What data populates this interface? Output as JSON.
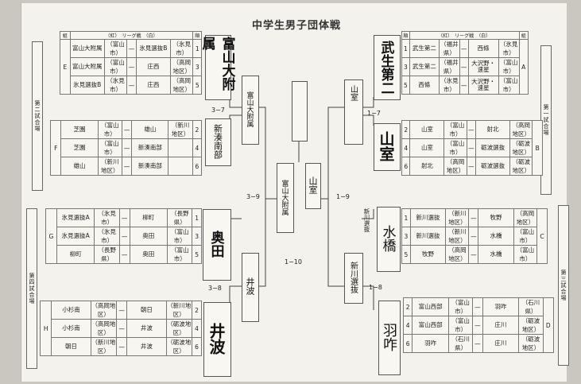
{
  "title": "中学生男子団体戦",
  "header": {
    "group": "組",
    "league": "（紅）　リーグ戦　（白）",
    "order": "順"
  },
  "dash": "—",
  "venues": {
    "v1": "第一試合場",
    "v2": "第二試合場",
    "v3": "第三試合場",
    "v4": "第四試合場"
  },
  "groups": {
    "E": {
      "label": "E",
      "rows": [
        {
          "red": "富山大附属",
          "red_pref": "（富山市）",
          "white": "氷見選抜B",
          "white_pref": "（氷見市）",
          "order": "1"
        },
        {
          "red": "富山大附属",
          "red_pref": "（富山市）",
          "white": "庄西",
          "white_pref": "（高岡地区）",
          "order": "3"
        },
        {
          "red": "氷見選抜B",
          "red_pref": "（氷見市）",
          "white": "庄西",
          "white_pref": "（高岡地区）",
          "order": "5"
        }
      ]
    },
    "F": {
      "label": "F",
      "rows": [
        {
          "red": "芝園",
          "red_pref": "（富山市）",
          "white": "雄山",
          "white_pref": "（新川地区）",
          "order": "2"
        },
        {
          "red": "芝園",
          "red_pref": "（富山市）",
          "white": "新湊南部",
          "white_pref": "",
          "order": "4"
        },
        {
          "red": "雄山",
          "red_pref": "（新川地区）",
          "white": "新湊南部",
          "white_pref": "",
          "order": "6"
        }
      ]
    },
    "G": {
      "label": "G",
      "rows": [
        {
          "red": "氷見選抜A",
          "red_pref": "（氷見市）",
          "white": "柳町",
          "white_pref": "（長野県）",
          "order": "1"
        },
        {
          "red": "氷見選抜A",
          "red_pref": "（氷見市）",
          "white": "奥田",
          "white_pref": "（富山市）",
          "order": "3"
        },
        {
          "red": "柳町",
          "red_pref": "（長野県）",
          "white": "奥田",
          "white_pref": "（富山市）",
          "order": "5"
        }
      ]
    },
    "H": {
      "label": "H",
      "rows": [
        {
          "red": "小杉南",
          "red_pref": "（高岡地区）",
          "white": "朝日",
          "white_pref": "（新川地区）",
          "order": "2"
        },
        {
          "red": "小杉南",
          "red_pref": "（高岡地区）",
          "white": "井波",
          "white_pref": "（砺波地区）",
          "order": "4"
        },
        {
          "red": "朝日",
          "red_pref": "（新川地区）",
          "white": "井波",
          "white_pref": "（砺波地区）",
          "order": "6"
        }
      ]
    },
    "A": {
      "label": "A",
      "rows": [
        {
          "red": "武生第二",
          "red_pref": "（福井県）",
          "white": "西條",
          "white_pref": "（氷見市）",
          "order": "1"
        },
        {
          "red": "武生第二",
          "red_pref": "（福井県）",
          "white": "大沢野・速星",
          "white_pref": "（富山市）",
          "order": "3"
        },
        {
          "red": "西條",
          "red_pref": "（氷見市）",
          "white": "大沢野・速星",
          "white_pref": "（富山市）",
          "order": "5"
        }
      ]
    },
    "B": {
      "label": "B",
      "rows": [
        {
          "red": "山室",
          "red_pref": "（富山市）",
          "white": "射北",
          "white_pref": "（高岡地区）",
          "order": "2"
        },
        {
          "red": "山室",
          "red_pref": "（富山市）",
          "white": "砺波選抜",
          "white_pref": "（砺波地区）",
          "order": "4"
        },
        {
          "red": "射北",
          "red_pref": "（高岡地区）",
          "white": "砺波選抜",
          "white_pref": "（砺波地区）",
          "order": "6"
        }
      ]
    },
    "C": {
      "label": "C",
      "rows": [
        {
          "red": "新川選抜",
          "red_pref": "（新川地区）",
          "white": "牧野",
          "white_pref": "（高岡地区）",
          "order": "1"
        },
        {
          "red": "新川選抜",
          "red_pref": "（新川地区）",
          "white": "水橋",
          "white_pref": "（富山市）",
          "order": "3"
        },
        {
          "red": "牧野",
          "red_pref": "（高岡地区）",
          "white": "水橋",
          "white_pref": "（富山市）",
          "order": "5"
        }
      ]
    },
    "D": {
      "label": "D",
      "rows": [
        {
          "red": "富山西部",
          "red_pref": "（富山市）",
          "white": "羽咋",
          "white_pref": "（石川県）",
          "order": "2"
        },
        {
          "red": "富山西部",
          "red_pref": "（富山市）",
          "white": "庄川",
          "white_pref": "（砺波地区）",
          "order": "4"
        },
        {
          "red": "羽咋",
          "red_pref": "（石川県）",
          "white": "庄川",
          "white_pref": "（砺波地区）",
          "order": "6"
        }
      ]
    }
  },
  "winners": {
    "E": "富山大附属",
    "F": "新湊南部",
    "G": "奥田",
    "H": "井波",
    "A": "武生第二",
    "B": "山室",
    "C": "水橋",
    "D": "羽咋",
    "ef": "富山大附属",
    "gh": "井波",
    "ab": "山室",
    "cd": "新川選抜",
    "left_semi": "富山大附属",
    "right_semi": "山室",
    "final": ""
  },
  "notes": {
    "cd_note": "新川選抜"
  },
  "scores": {
    "ef": "3−7",
    "gh": "3−8",
    "ab": "1−7",
    "cd": "1−8",
    "left_semi": "3−9",
    "right_semi": "1−9",
    "final": "1−10"
  }
}
